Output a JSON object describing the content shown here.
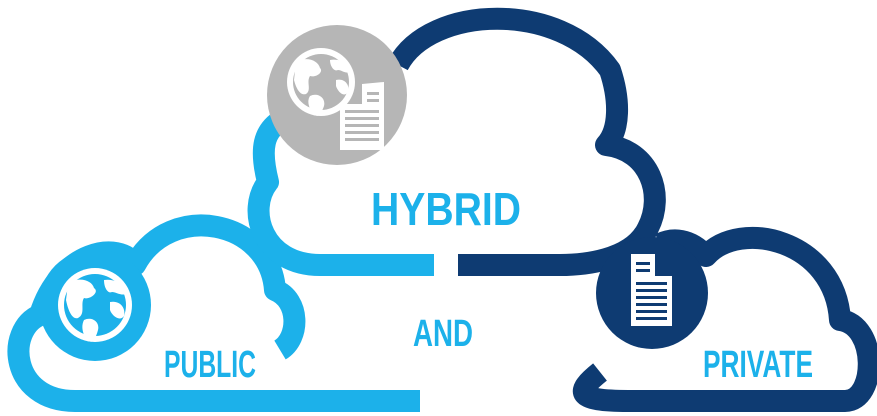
{
  "labels": {
    "hybrid": "HYBRID",
    "and": "AND",
    "public": "PUBLIC",
    "private": "PRIVATE"
  },
  "colors": {
    "public_blue": "#1CB1EA",
    "private_navy": "#0E3B72",
    "hybrid_badge_gray": "#B6B6B6",
    "background": "#FFFFFF"
  },
  "icons": {
    "hybrid_badge": [
      "globe-icon",
      "building-icon"
    ],
    "public_badge": [
      "globe-icon"
    ],
    "private_badge": [
      "building-icon"
    ]
  }
}
